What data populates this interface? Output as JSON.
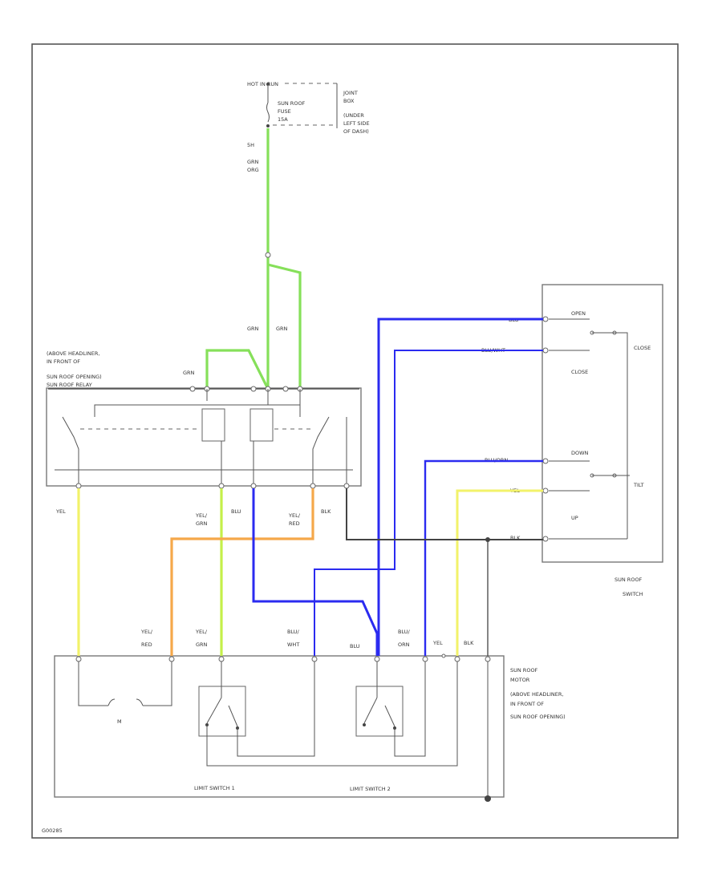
{
  "colors": {
    "green_wire": "#86e05a",
    "blue_wire": "#2b2bf0",
    "yellow_wire": "#f2f26a",
    "orange_wire": "#f5a84a",
    "black_wire": "#444444",
    "border": "#555555"
  },
  "fuse": {
    "hot_label": "HOT IN RUN",
    "fuse_label_1": "SUN ROOF",
    "fuse_label_2": "FUSE",
    "fuse_label_3": "15A",
    "panel_label_1": "JOINT",
    "panel_label_2": "BOX",
    "panel_label_3": "(UNDER",
    "panel_label_4": "LEFT SIDE",
    "panel_label_5": "OF DASH)",
    "circuit": "5H",
    "wire_top_1": "GRN",
    "wire_top_2": "ORG"
  },
  "relay": {
    "title_1": "(ABOVE HEADLINER,",
    "title_2": "IN FRONT OF",
    "title_3": "SUN ROOF OPENING)",
    "title_4": "SUN ROOF RELAY",
    "grn_left": "GRN",
    "grn_mid_1": "GRN",
    "grn_mid_2": "GRN",
    "out_yel": "YEL",
    "out_yelgrn_1": "YEL/",
    "out_yelgrn_2": "GRN",
    "out_blu": "BLU",
    "out_yelred_1": "YEL/",
    "out_yelred_2": "RED",
    "out_blk": "BLK"
  },
  "switch": {
    "name_1": "SUN ROOF",
    "name_2": "SWITCH",
    "open": "OPEN",
    "close": "CLOSE",
    "close_right": "CLOSE",
    "down": "DOWN",
    "up": "UP",
    "tilt": "TILT",
    "w_blu": "BLU",
    "w_bluwht": "BLU/WHT",
    "w_bluorn": "BLU/ORN",
    "w_yel": "YEL",
    "w_blk": "BLK"
  },
  "motor": {
    "desc_1": "SUN ROOF",
    "desc_2": "MOTOR",
    "desc_3": "(ABOVE HEADLINER,",
    "desc_4": "IN FRONT OF",
    "desc_5": "SUN ROOF OPENING)",
    "motor_symbol": "M",
    "limit_1": "LIMIT SWITCH 1",
    "limit_2": "LIMIT SWITCH 2",
    "in_yelred_1": "YEL/",
    "in_yelred_2": "RED",
    "in_yelgrn_1": "YEL/",
    "in_yelgrn_2": "GRN",
    "in_bluwht_1": "BLU/",
    "in_bluwht_2": "WHT",
    "in_blu": "BLU",
    "in_bluorn_1": "BLU/",
    "in_bluorn_2": "ORN",
    "in_yel": "YEL",
    "in_blk": "BLK"
  },
  "footer": {
    "code": "G00285"
  }
}
